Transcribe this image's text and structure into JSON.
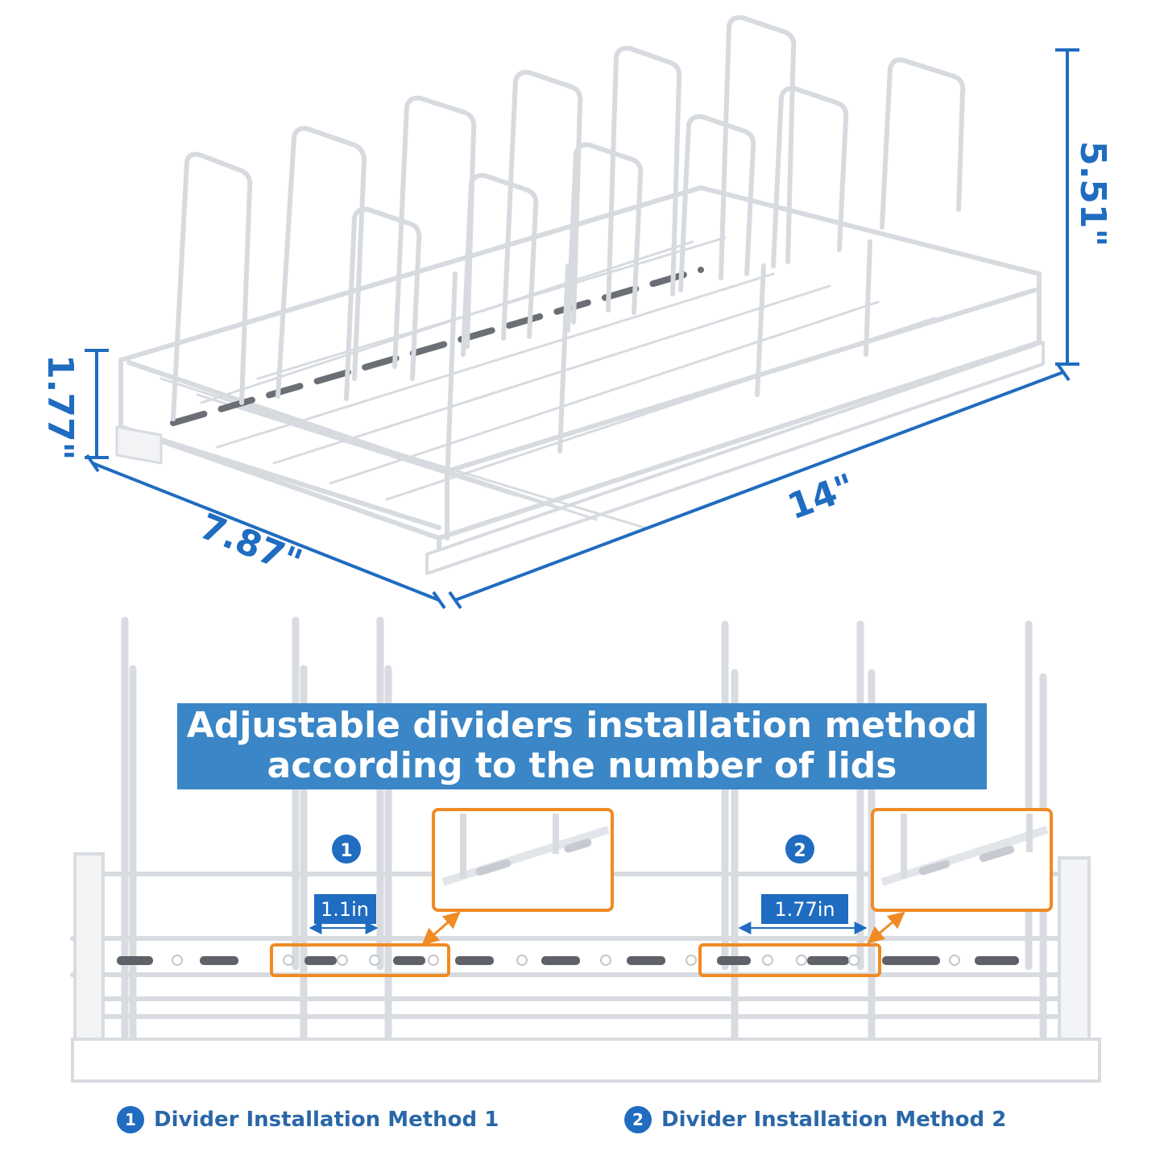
{
  "dimensions": {
    "height_total": "5.51\"",
    "height_base": "1.77\"",
    "depth": "7.87\"",
    "length": "14\""
  },
  "banner": {
    "line1": "Adjustable dividers installation method",
    "line2": "according to the number of lids"
  },
  "methods": [
    {
      "number": "1",
      "spacing": "1.1in",
      "caption": "Divider Installation Method 1"
    },
    {
      "number": "2",
      "spacing": "1.77in",
      "caption": "Divider Installation Method 2"
    }
  ],
  "colors": {
    "accent_blue": "#1f6cc0",
    "banner_blue": "#3a86c6",
    "highlight_orange": "#f08a24",
    "wire_stroke": "#d4d8de"
  }
}
